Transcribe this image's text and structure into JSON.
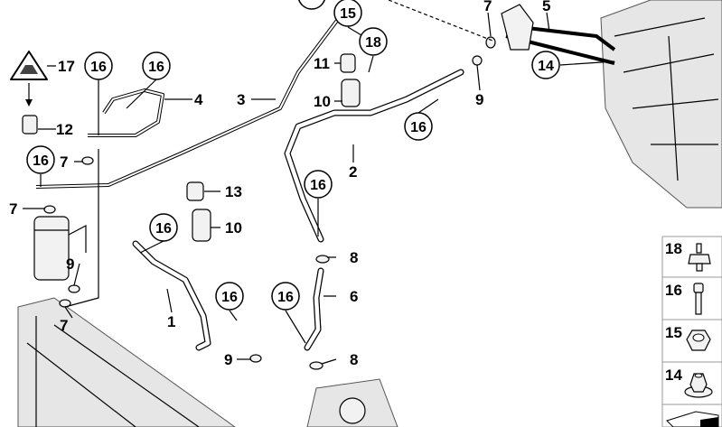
{
  "diagram": {
    "callouts_circled": [
      "16",
      "16",
      "16",
      "16",
      "16",
      "16",
      "16",
      "16",
      "15",
      "18",
      "14"
    ],
    "callouts_plain": [
      "17",
      "12",
      "7",
      "7",
      "4",
      "3",
      "11",
      "10",
      "9",
      "7",
      "5",
      "2",
      "13",
      "10",
      "9",
      "7",
      "8",
      "6",
      "1",
      "9",
      "8"
    ],
    "legend": [
      {
        "number": "18",
        "part": "rubber-mount"
      },
      {
        "number": "16",
        "part": "bolt"
      },
      {
        "number": "15",
        "part": "hex-nut"
      },
      {
        "number": "14",
        "part": "flange-nut"
      }
    ]
  }
}
